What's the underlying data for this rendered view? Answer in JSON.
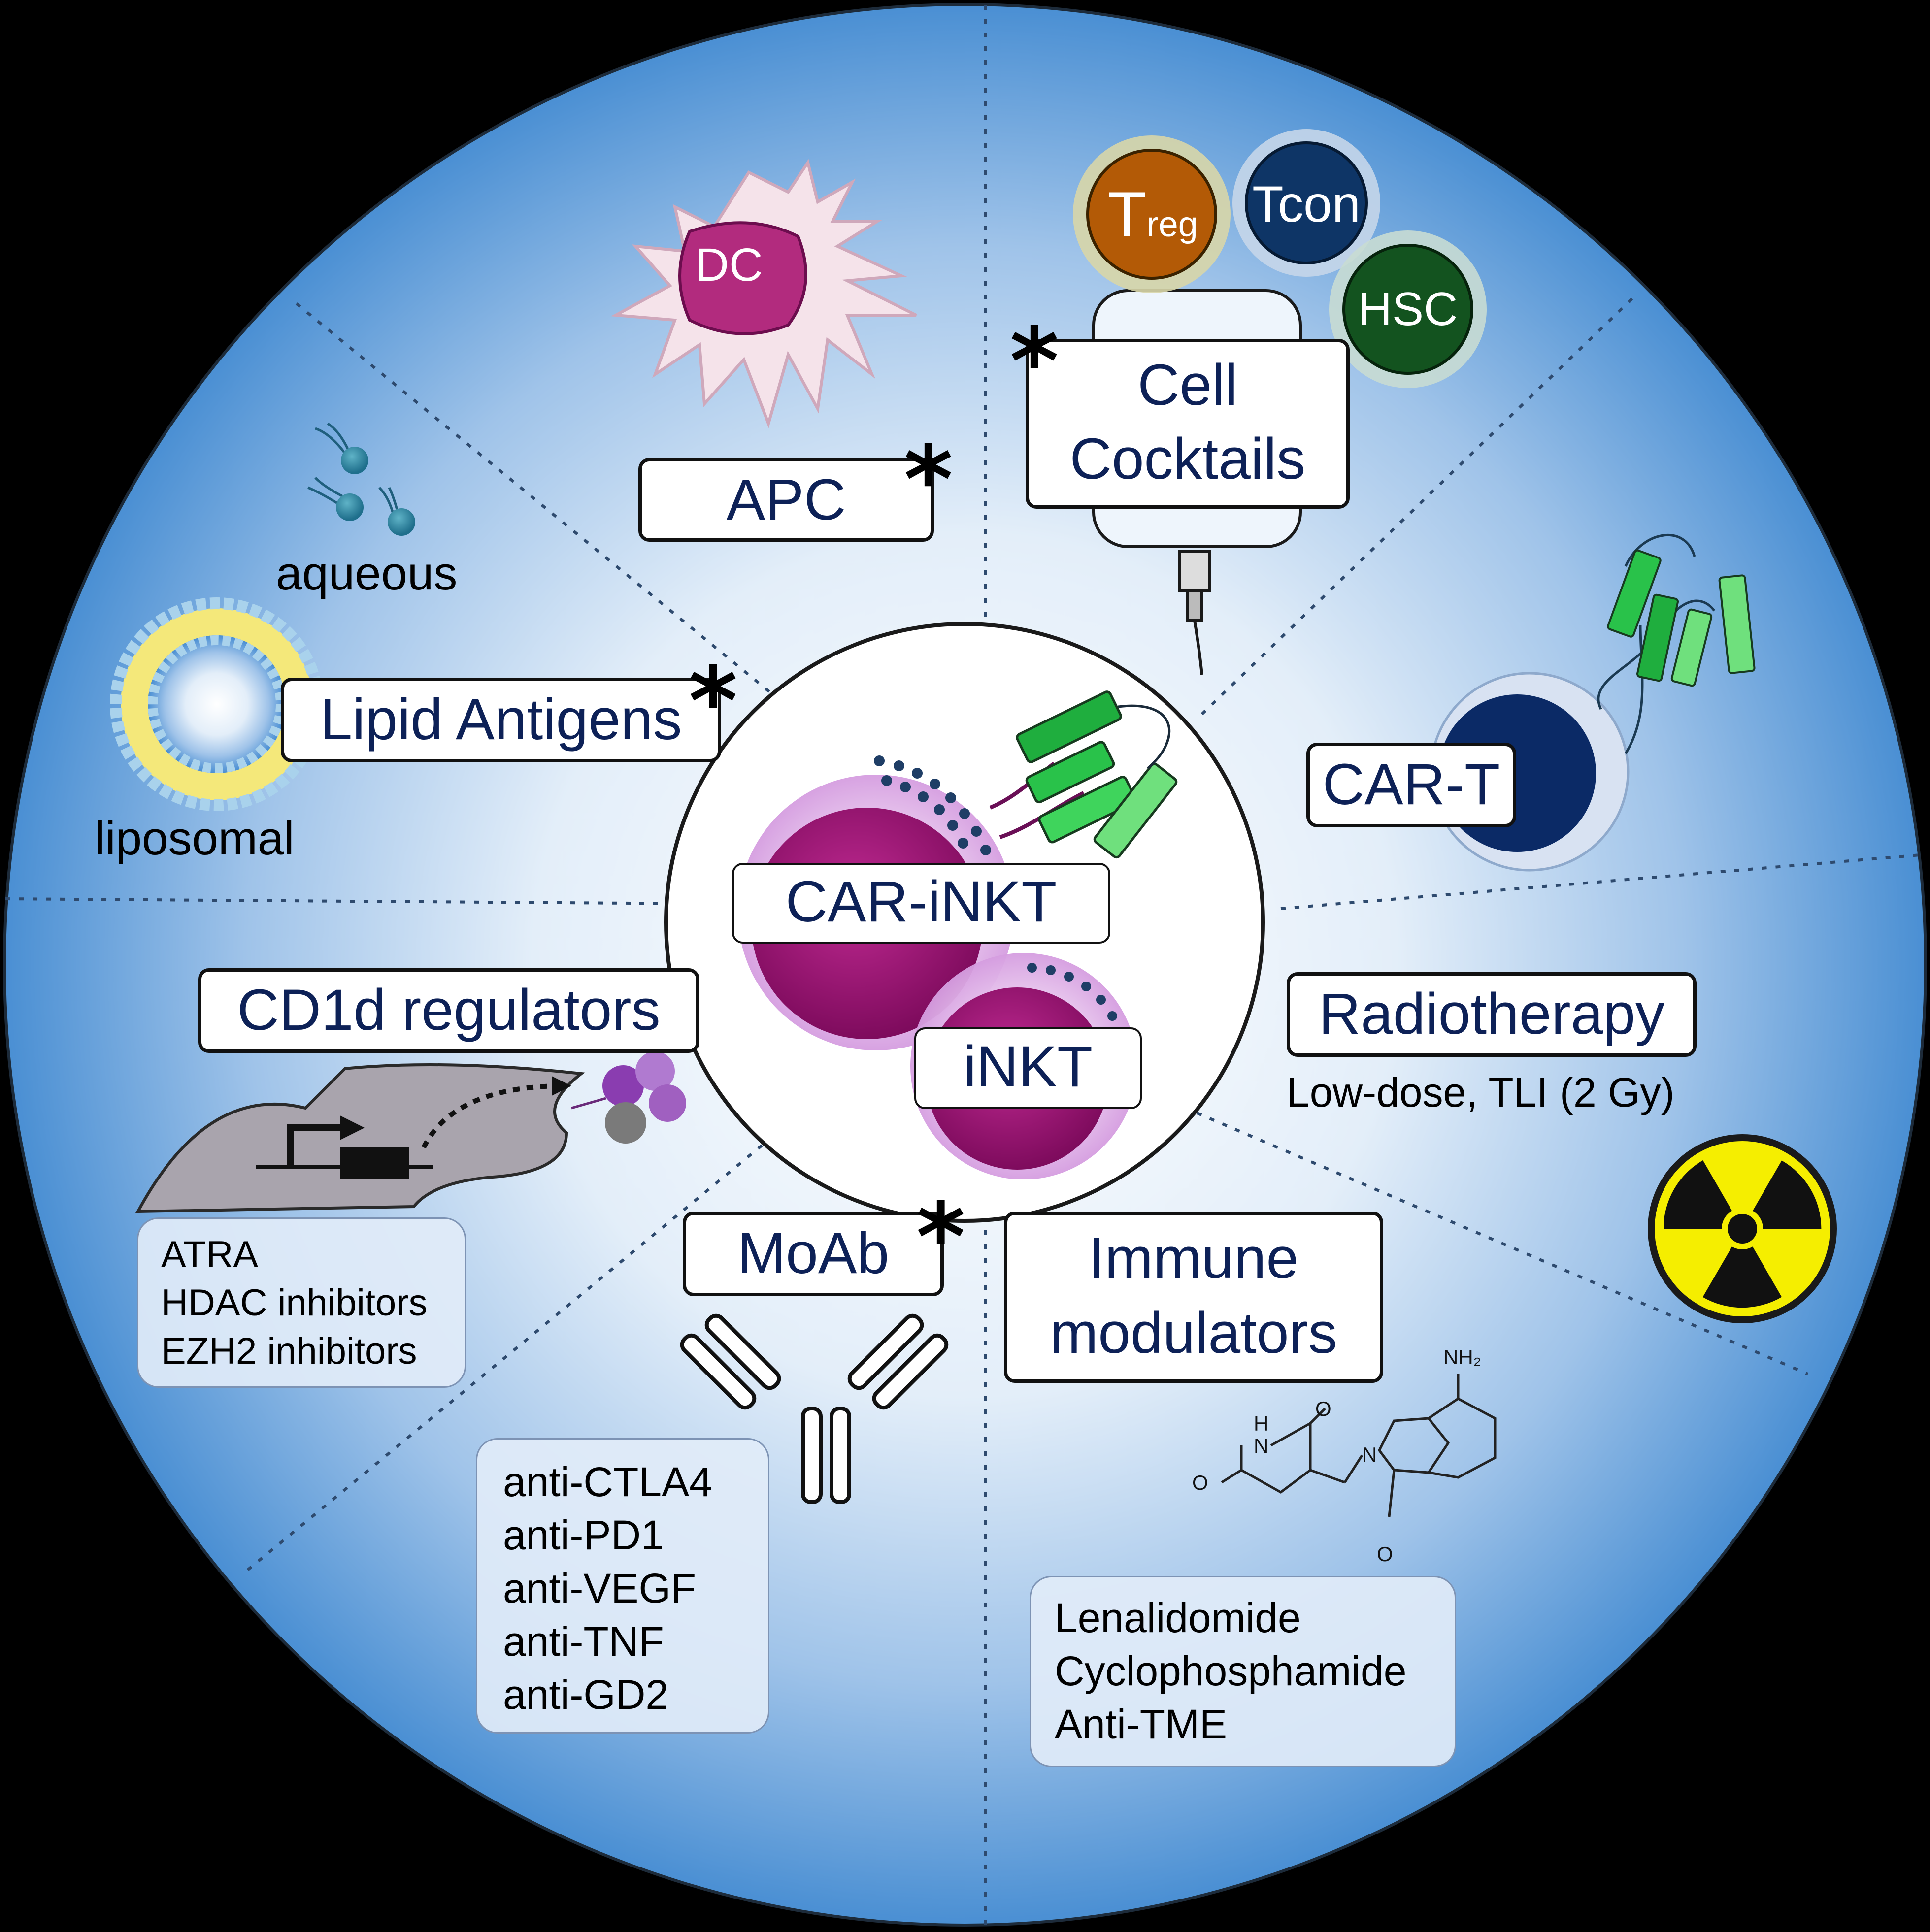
{
  "center": {
    "car_inkt": "CAR-iNKT",
    "inkt": "iNKT"
  },
  "apc": {
    "label": "APC",
    "cell": "DC",
    "star": "*"
  },
  "cell_cocktails": {
    "label_line1": "Cell",
    "label_line2": "Cocktails",
    "star": "*",
    "treg_main": "T",
    "treg_sub": "reg",
    "tcon": "Tcon",
    "hsc": "HSC"
  },
  "car_t": {
    "label": "CAR-T"
  },
  "radiotherapy": {
    "label": "Radiotherapy",
    "subtitle": "Low-dose, TLI (2 Gy)"
  },
  "immune_modulators": {
    "label_line1": "Immune",
    "label_line2": "modulators",
    "items": [
      "Lenalidomide",
      "Cyclophosphamide",
      "Anti-TME"
    ],
    "structure_atoms": {
      "nh2": "NH₂",
      "h": "H",
      "n1": "N",
      "n2": "N",
      "o1": "O",
      "o2": "O",
      "o3": "O"
    }
  },
  "moab": {
    "label": "MoAb",
    "star": "*",
    "items": [
      "anti-CTLA4",
      "anti-PD1",
      "anti-VEGF",
      "anti-TNF",
      "anti-GD2"
    ]
  },
  "cd1d": {
    "label": "CD1d regulators",
    "items": [
      "ATRA",
      "HDAC inhibitors",
      "EZH2 inhibitors"
    ]
  },
  "lipid": {
    "label": "Lipid Antigens",
    "star": "*",
    "aqueous": "aqueous",
    "liposomal": "liposomal"
  },
  "colors": {
    "disc_center": "#ffffff",
    "disc_edge": "#4a8fd3",
    "label_text": "#0d2157",
    "inkt_cell": "#a0117a",
    "car_green": "#29c24a",
    "treg": "#b35a06",
    "tcon": "#0e3566",
    "hsc": "#13531f",
    "radiation_yellow": "#f5ee00"
  }
}
